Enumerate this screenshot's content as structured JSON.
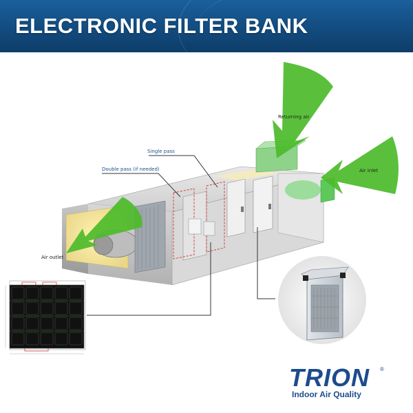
{
  "header": {
    "title": "ELECTRONIC FILTER BANK"
  },
  "labels": {
    "returning_air": "Returning air",
    "air_inlet": "Air inlet",
    "single_pass": "Single pass",
    "double_pass": "Double pass (if needed)",
    "air_outlet": "Air outlet"
  },
  "logo": {
    "name": "TRION",
    "tagline": "Indoor Air Quality",
    "reg": "®"
  },
  "colors": {
    "banner": "#124a7d",
    "arrow_green": "#4cbb2a",
    "brand_blue": "#1c4c8c",
    "frame_red": "#d63a3a"
  }
}
